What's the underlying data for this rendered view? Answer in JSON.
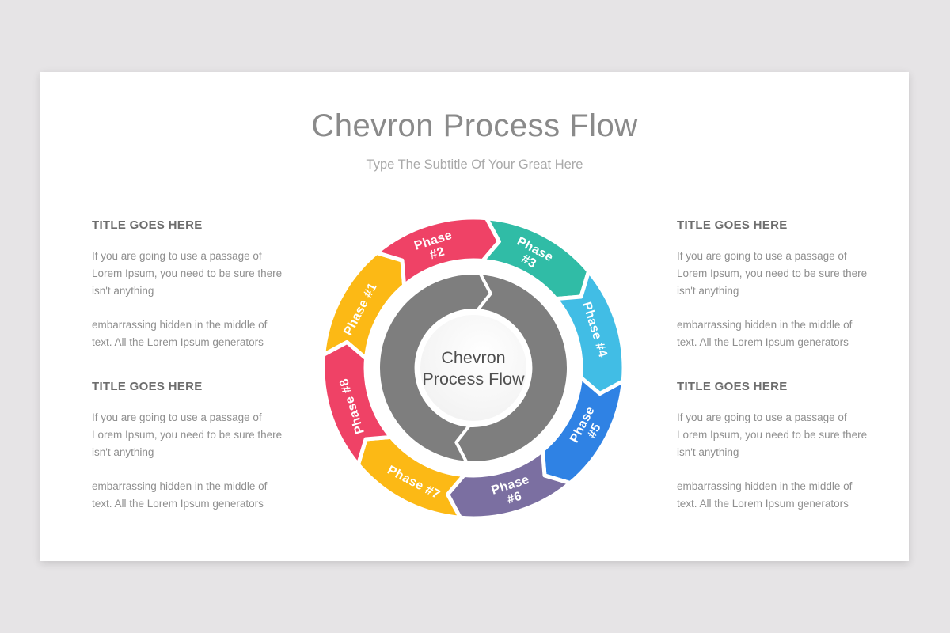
{
  "page": {
    "background_color": "#e6e4e6",
    "slide_background_color": "#ffffff"
  },
  "header": {
    "title": "Chevron Process Flow",
    "subtitle": "Type The Subtitle Of Your Great Here"
  },
  "columns": {
    "left": [
      {
        "heading": "TITLE GOES HERE",
        "para1": "If you are going to use a passage of\nLorem Ipsum, you need to be sure there\nisn't anything",
        "para2": "embarrassing hidden in the middle of\ntext. All the Lorem Ipsum generators"
      },
      {
        "heading": "TITLE GOES HERE",
        "para1": "If you are going to use a passage of\nLorem Ipsum, you need to be sure there\nisn't anything",
        "para2": "embarrassing hidden in the middle of\ntext. All the Lorem Ipsum generators"
      }
    ],
    "right": [
      {
        "heading": "TITLE GOES HERE",
        "para1": "If you are going to use a passage of\nLorem Ipsum, you need to be sure there\nisn't anything",
        "para2": "embarrassing hidden in the middle of\ntext. All the Lorem Ipsum generators"
      },
      {
        "heading": "TITLE GOES HERE",
        "para1": "If you are going to use a passage of\nLorem Ipsum, you need to be sure there\nisn't anything",
        "para2": "embarrassing hidden in the middle of\ntext. All the Lorem Ipsum generators"
      }
    ]
  },
  "chart_data": {
    "type": "circular-chevron-process",
    "title": "Chevron Process Flow",
    "center_label_lines": [
      "Chevron",
      "Process Flow"
    ],
    "center_text_color": "#4f4f4f",
    "flow_direction": "clockwise",
    "phases": [
      {
        "id": 1,
        "label_lines": [
          "Phase #1"
        ],
        "color": "#FCB915",
        "start_angle": 275,
        "end_angle": 320,
        "label_rotation": -62.5
      },
      {
        "id": 2,
        "label_lines": [
          "Phase",
          "#2"
        ],
        "color": "#EF4266",
        "start_angle": 320,
        "end_angle": 365,
        "label_rotation": -17.5
      },
      {
        "id": 3,
        "label_lines": [
          "Phase",
          "#3"
        ],
        "color": "#30BCA6",
        "start_angle": 5,
        "end_angle": 50,
        "label_rotation": 27.5
      },
      {
        "id": 4,
        "label_lines": [
          "Phase #4"
        ],
        "color": "#41BDE5",
        "start_angle": 50,
        "end_angle": 95,
        "label_rotation": 72.5
      },
      {
        "id": 5,
        "label_lines": [
          "Phase",
          "#5"
        ],
        "color": "#2F82E4",
        "start_angle": 95,
        "end_angle": 140,
        "label_rotation": -62.5
      },
      {
        "id": 6,
        "label_lines": [
          "Phase",
          "#6"
        ],
        "color": "#7B6FA1",
        "start_angle": 140,
        "end_angle": 185,
        "label_rotation": -17.5
      },
      {
        "id": 7,
        "label_lines": [
          "Phase #7"
        ],
        "color": "#FCB915",
        "start_angle": 185,
        "end_angle": 230,
        "label_rotation": 27.5
      },
      {
        "id": 8,
        "label_lines": [
          "Phase #8"
        ],
        "color": "#EF4266",
        "start_angle": 230,
        "end_angle": 275,
        "label_rotation": -107.5
      }
    ],
    "label_text_color": "#ffffff",
    "inner_ring": {
      "color": "#7E7E7E",
      "boundaries": [
        4,
        184
      ],
      "outer_radius": 120,
      "inner_radius": 73,
      "chevron_offset_deg": 9
    },
    "outer_ring": {
      "outer_radius": 190,
      "inner_radius": 136,
      "chevron_offset_deg": 6.5,
      "label_radius": 162
    },
    "center_circle": {
      "radius": 69,
      "fill_from": "#ffffff",
      "fill_to": "#e6e6e6"
    },
    "gap_color": "#ffffff",
    "legend": "none",
    "grid": "off"
  }
}
